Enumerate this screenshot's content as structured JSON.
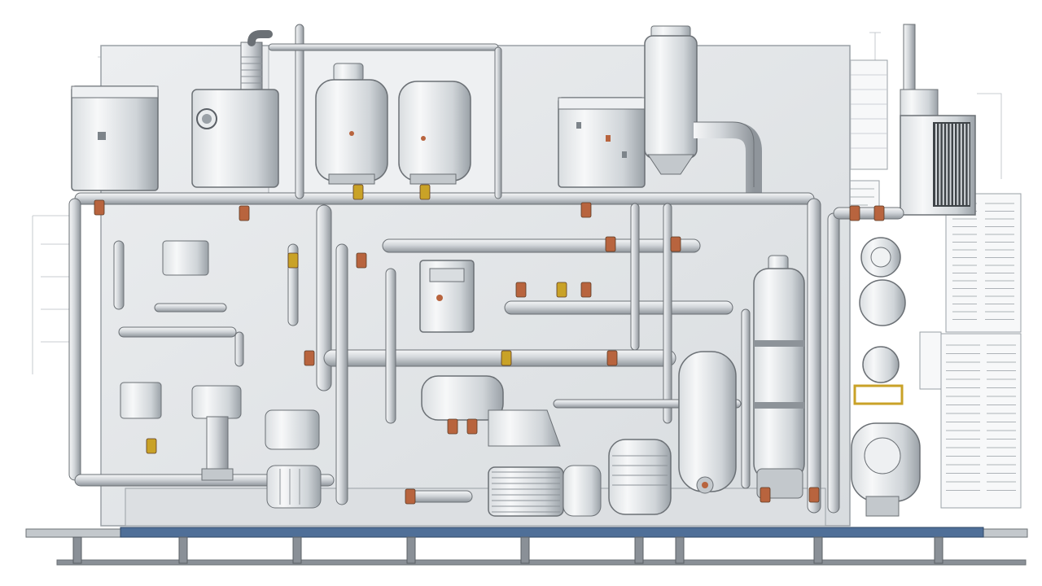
{
  "palette": {
    "background": "#ffffff",
    "panel": "#e6e8ea",
    "panel_edge": "#9aa0a6",
    "pipe_fill": "#d4d8dc",
    "pipe_edge": "#6b7075",
    "steel_light": "#f0f2f3",
    "steel_mid": "#c3c8cc",
    "steel_dark": "#7d848a",
    "copper": "#b8643e",
    "brass": "#c9a227",
    "base_blue": "#4f6f98",
    "base_steel": "#8a9097",
    "ink": "#5b6066"
  },
  "components": {
    "storage_tanks": [
      "cabinet-box",
      "boiler-with-flue",
      "hot-water-tank-a",
      "hot-water-tank-b",
      "control-cabinet",
      "filter-column"
    ],
    "condenser_unit": "ac-condenser-grille",
    "pumps": [
      "pump-motor-left",
      "pump-motor-center",
      "pump-bottom-mid"
    ],
    "vessels": [
      "pressure-vessel-right",
      "expansion-column",
      "horizontal-receiver"
    ],
    "spec_sheets": [
      "spec-sheet-top-right",
      "spec-sheet-right-mid",
      "spec-sheet-bottom-right"
    ]
  }
}
